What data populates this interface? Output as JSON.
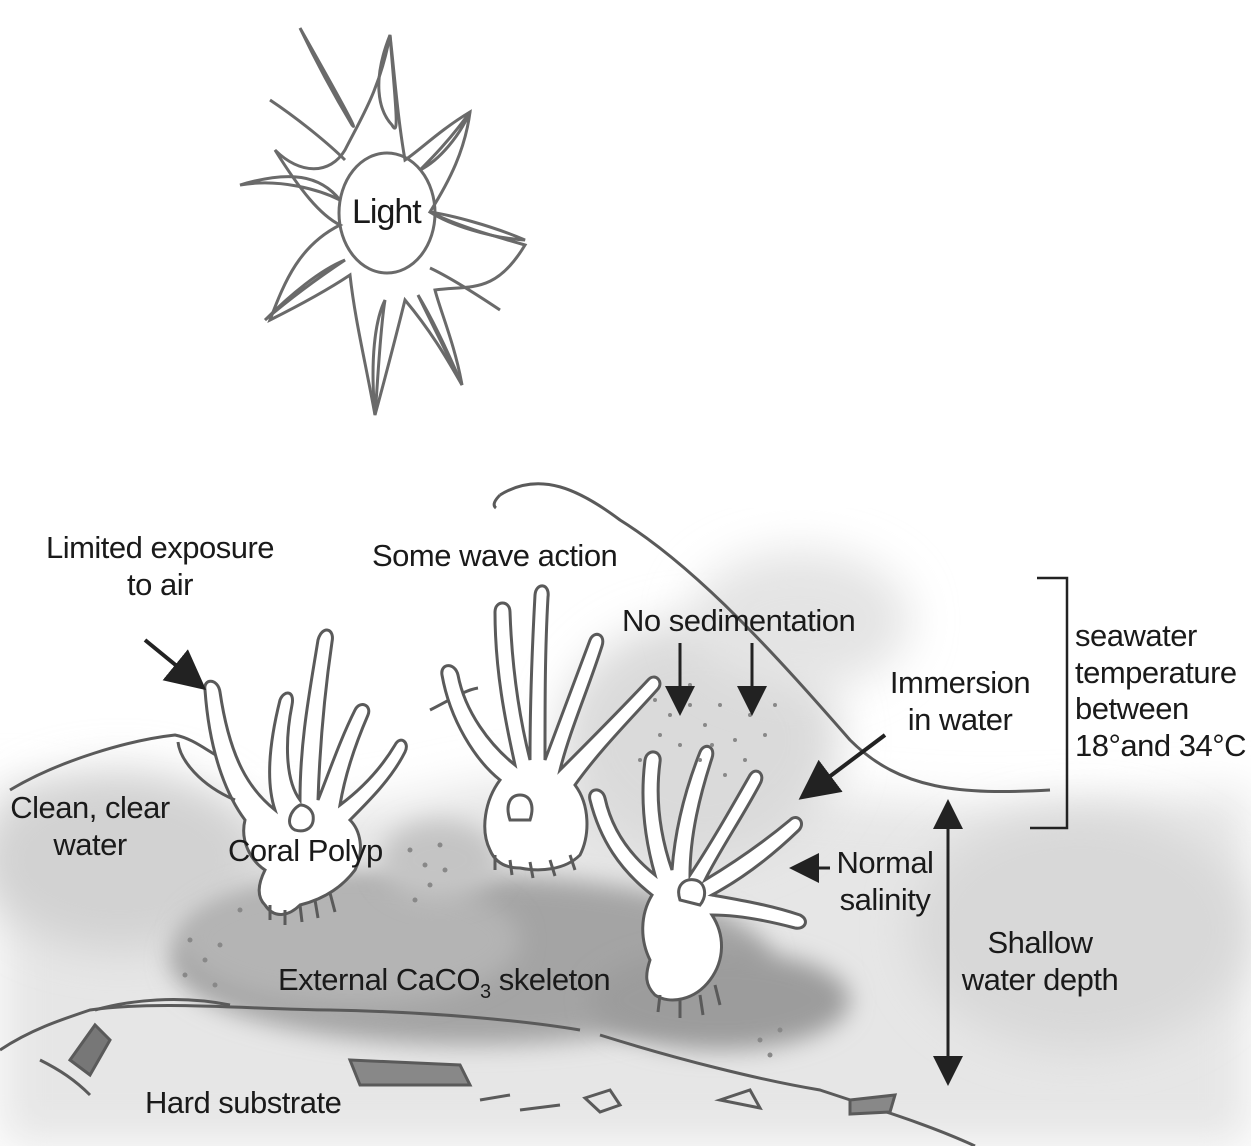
{
  "labels": {
    "light": "Light",
    "limited_exposure_line1": "Limited exposure",
    "limited_exposure_line2": "to air",
    "wave_action": "Some wave action",
    "no_sedimentation": "No sedimentation",
    "seawater_line1": "seawater",
    "seawater_line2": "temperature",
    "seawater_line3": "between",
    "seawater_line4": "18°and 34°C",
    "immersion_line1": "Immersion",
    "immersion_line2": "in water",
    "clean_line1": "Clean, clear",
    "clean_line2": "water",
    "coral_polyp": "Coral Polyp",
    "normal_salinity_line1": "Normal",
    "normal_salinity_line2": "salinity",
    "shallow_line1": "Shallow",
    "shallow_line2": "water depth",
    "skeleton_prefix": "External CaCO",
    "skeleton_sub": "3",
    "skeleton_suffix": " skeleton",
    "hard_substrate": "Hard substrate"
  },
  "colors": {
    "ink": "#5a5a5a",
    "text": "#1a1a1a",
    "water_shade": "#d6d6d6",
    "skeleton_shade": "#a8a8a8"
  }
}
